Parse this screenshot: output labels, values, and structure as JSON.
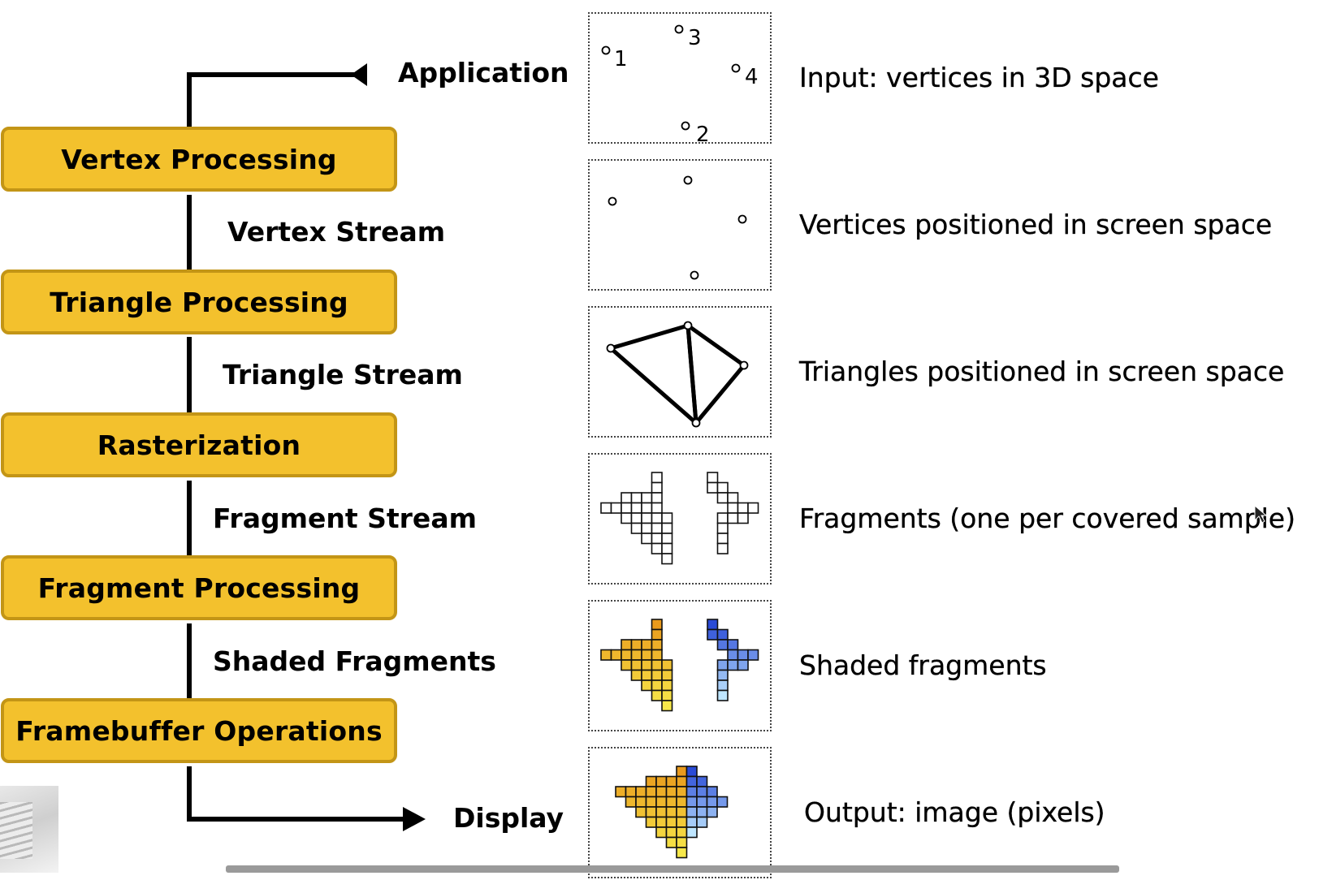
{
  "pipeline": {
    "start_label": "Application",
    "end_label": "Display",
    "stages": [
      "Vertex Processing",
      "Triangle Processing",
      "Rasterization",
      "Fragment Processing",
      "Framebuffer Operations"
    ],
    "streams": [
      "Vertex Stream",
      "Triangle Stream",
      "Fragment Stream",
      "Shaded Fragments"
    ]
  },
  "panels": {
    "vertex_numbers": [
      "1",
      "3",
      "4",
      "2"
    ],
    "descriptions": [
      "Input: vertices in 3D space",
      "Vertices positioned in screen space",
      "Triangles positioned in screen space",
      "Fragments (one per covered sample)",
      "Shaded fragments",
      "Output: image (pixels)"
    ]
  },
  "colors": {
    "stage_fill": "#f3c12d",
    "stage_border": "#c39516",
    "warm_fragment_light": "#f7e84a",
    "warm_fragment_dark": "#e99a1c",
    "cool_fragment_light": "#bfe6ff",
    "cool_fragment_dark": "#2a4bd6"
  },
  "icons": [
    "arrow-left-icon",
    "arrow-right-icon",
    "mouse-cursor-icon"
  ]
}
